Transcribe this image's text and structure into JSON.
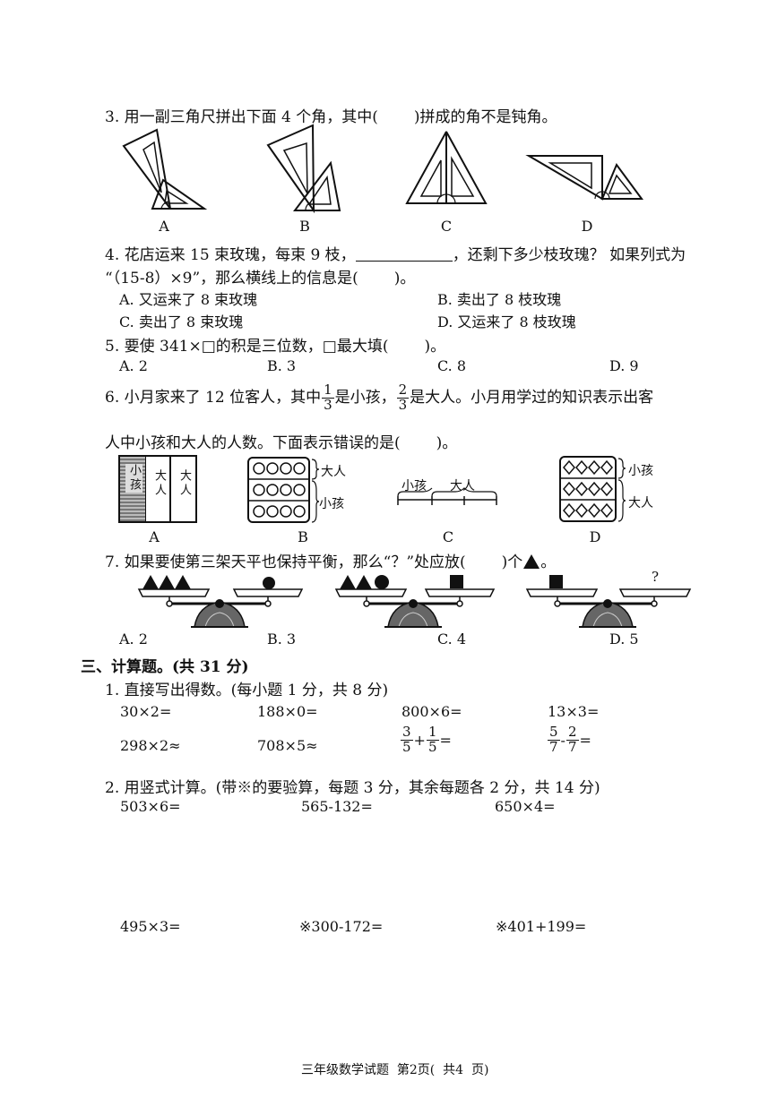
{
  "q3": {
    "text_a": "3. 用一副三角尺拼出下面 4 个角，其中(",
    "text_b": ")拼成的角不是钝角。",
    "labels": [
      "A",
      "B",
      "C",
      "D"
    ]
  },
  "q4": {
    "line1_a": "4. 花店运来 15 束玫瑰，每束 9 枝，",
    "line1_b": "，还剩下多少枝玫瑰？ 如果列式为",
    "line2_a": "“（15-8）×9”，那么横线上的信息是(",
    "line2_b": ")。",
    "options": [
      "A. 又运来了 8 束玫瑰",
      "B. 卖出了 8 枝玫瑰",
      "C. 卖出了 8 束玫瑰",
      "D. 又运来了 8 枝玫瑰"
    ]
  },
  "q5": {
    "text_a": "5. 要使 341×□的积是三位数，□最大填(",
    "text_b": ")。",
    "options": [
      "A. 2",
      "B. 3",
      "C. 8",
      "D. 9"
    ]
  },
  "q6": {
    "line1_a": "6. 小月家来了 12 位客人，其中",
    "frac1": {
      "num": "1",
      "den": "3"
    },
    "line1_b": "是小孩，",
    "frac2": {
      "num": "2",
      "den": "3"
    },
    "line1_c": "是大人。小月用学过的知识表示出客",
    "line2_a": "人中小孩和大人的人数。下面表示错误的是(",
    "line2_b": ")。",
    "fig_a": {
      "child": "小孩",
      "adult1": "大人",
      "adult2": "大人"
    },
    "fig_b": {
      "adult": "大人",
      "child": "小孩"
    },
    "fig_c": {
      "child": "小孩",
      "adult": "大人"
    },
    "fig_d": {
      "child": "小孩",
      "adult": "大人"
    },
    "labels": [
      "A",
      "B",
      "C",
      "D"
    ]
  },
  "q7": {
    "text_a": "7. 如果要使第三架天平也保持平衡，那么“？”处应放(",
    "text_b": ")个",
    "text_c": "。",
    "question_mark": "?",
    "options": [
      "A. 2",
      "B. 3",
      "C. 4",
      "D. 5"
    ]
  },
  "section3": {
    "title": "三、计算题。(共 31 分)"
  },
  "calc1": {
    "title": "1. 直接写出得数。(每小题 1 分，共 8 分)",
    "row1": [
      "30×2=",
      "188×0=",
      "800×6=",
      "13×3="
    ],
    "row2": [
      "298×2≈",
      "708×5≈"
    ],
    "frac_a": {
      "n1": "3",
      "d1": "5",
      "op": "+",
      "n2": "1",
      "d2": "5",
      "eq": "="
    },
    "frac_b": {
      "n1": "5",
      "d1": "7",
      "op": "-",
      "n2": "2",
      "d2": "7",
      "eq": "="
    }
  },
  "calc2": {
    "title": "2. 用竖式计算。(带※的要验算，每题 3 分，其余每题各 2 分，共 14 分)",
    "row1": [
      "503×6=",
      "565-132=",
      "650×4="
    ],
    "row2": [
      "495×3=",
      "※300-172=",
      "※401+199="
    ]
  },
  "footer": {
    "text": "三年级数学试题  第2页(  共4  页)"
  }
}
